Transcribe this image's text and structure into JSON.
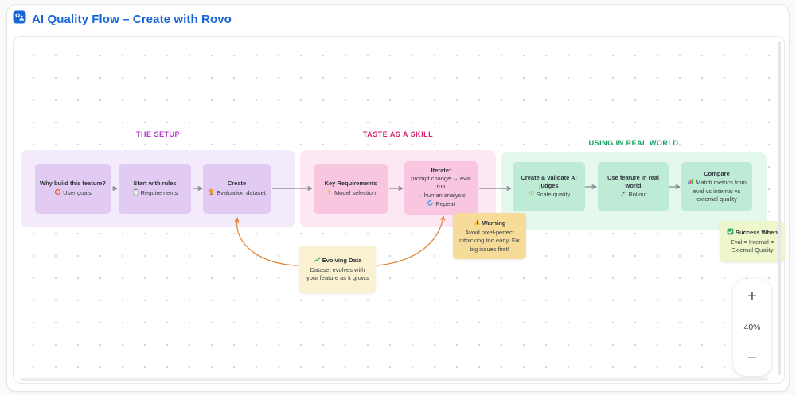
{
  "header": {
    "title": "AI Quality Flow – Create with Rovo",
    "title_color": "#1766D6"
  },
  "canvas": {
    "groups": [
      {
        "label": "THE SETUP",
        "accent": "#B23AC9",
        "bg": "#F3EAFB",
        "box_bg": "#E2CBF2",
        "boxes": [
          {
            "title": "Why build this feature?",
            "icon": "target-icon",
            "subtitle": "User goals"
          },
          {
            "title": "Start with rules",
            "icon": "clipboard-icon",
            "subtitle": "Requirements"
          },
          {
            "title": "Create",
            "icon": "trophy-icon",
            "subtitle": "Evaluation dataset"
          }
        ]
      },
      {
        "label": "TASTE AS A SKILL",
        "accent": "#D6246E",
        "bg": "#FCE7F2",
        "box_bg": "#F8C6DF",
        "boxes": [
          {
            "title": "Key Requirements",
            "icon": "lightning-icon",
            "subtitle": "Model selection"
          },
          {
            "title": "Iterate:",
            "lines": [
              "prompt change → eval run",
              "→ human analysis"
            ],
            "icon": "repeat-icon",
            "subtitle": "Repeat"
          }
        ]
      },
      {
        "label": "USING IN REAL WORLD",
        "accent": "#119D61",
        "bg": "#E4F8ED",
        "box_bg": "#BDEBD6",
        "boxes": [
          {
            "title": "Create & validate AI judges",
            "icon": "scales-icon",
            "subtitle": "Scale quality"
          },
          {
            "title": "Use feature in real world",
            "icon": "rocket-icon",
            "subtitle": "Rollout"
          },
          {
            "title": "Compare",
            "icon": "bar-chart-icon",
            "subtitle": "Match metrics from eval vs internal vs external quality"
          }
        ]
      }
    ],
    "notes": [
      {
        "title": "Evolving Data",
        "icon": "chart-up-icon",
        "body": "Dataset evolves with your feature as it grows",
        "bg": "#FAF1D0"
      },
      {
        "title": "Warning",
        "icon": "warning-icon",
        "body": "Avoid pixel-perfect nitpicking too early. Fix big issues first!",
        "bg": "#F7DC99"
      },
      {
        "title": "Success When",
        "icon": "check-icon",
        "body": "Eval = Internal = External Quality",
        "bg": "#EEF6CC"
      }
    ],
    "zoom_control": {
      "zoom_in": "+",
      "level": "40%",
      "zoom_out": "−"
    }
  }
}
